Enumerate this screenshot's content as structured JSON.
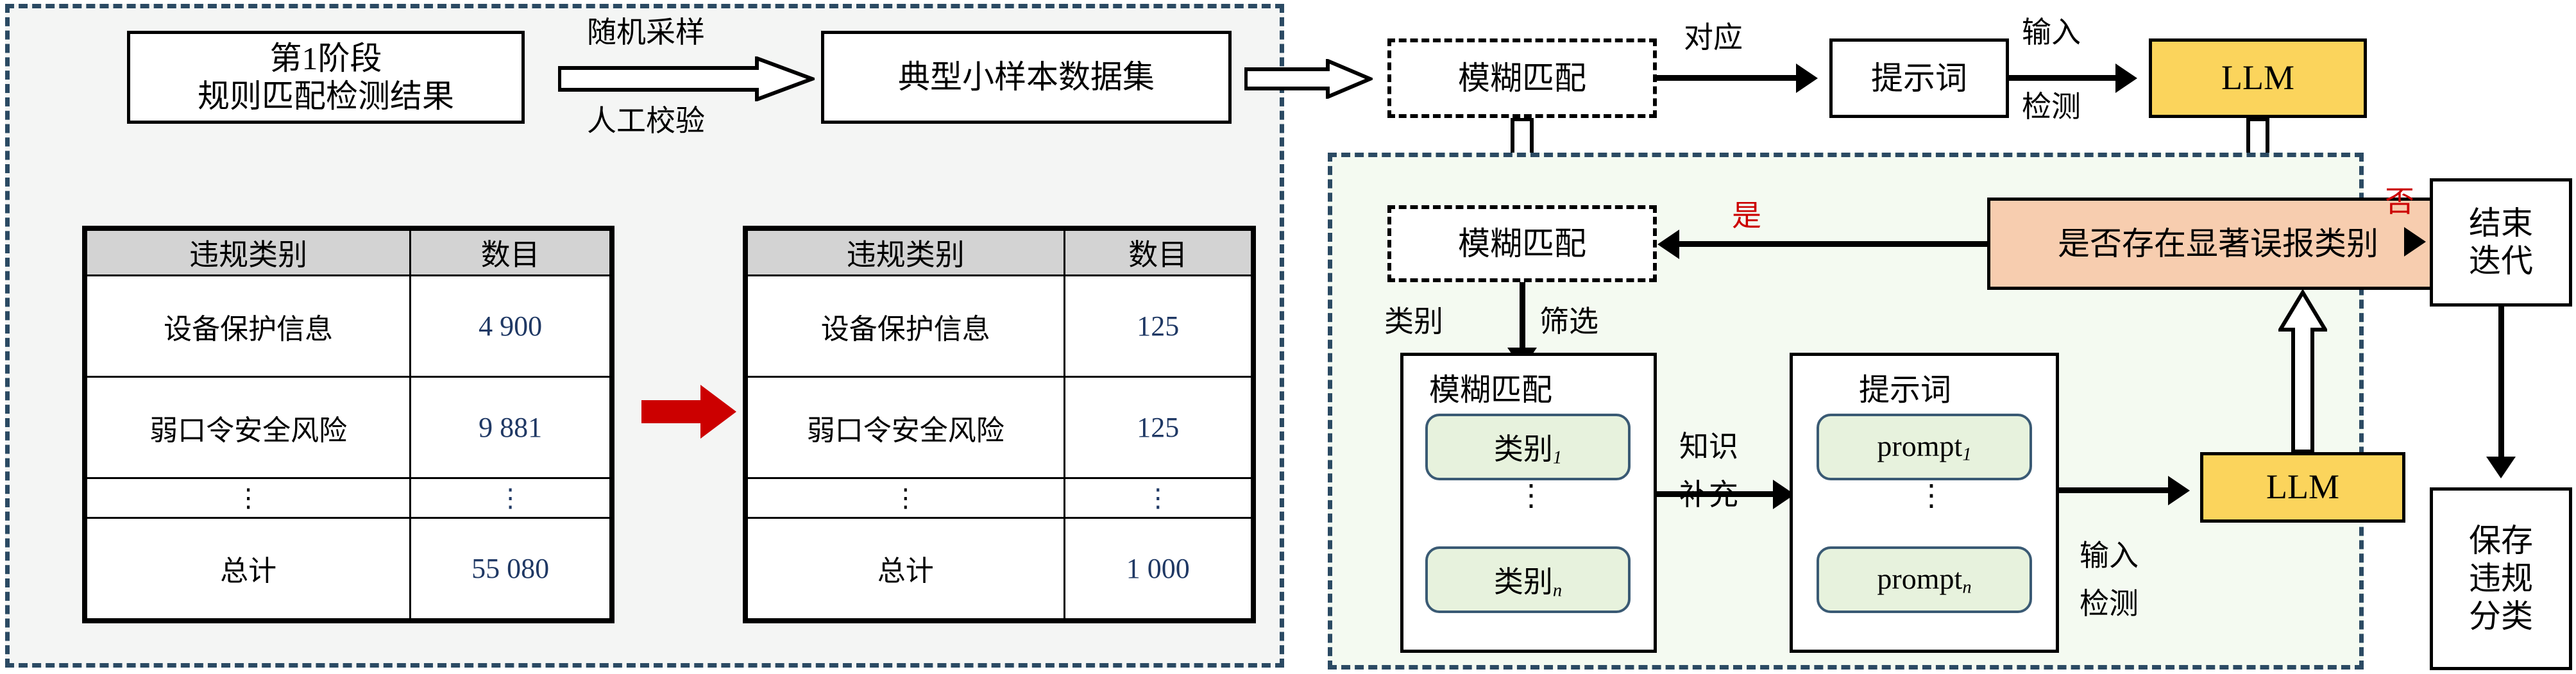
{
  "diagram": {
    "title_stage1": "第1阶段\n规则匹配检测结果",
    "left_panel": {
      "stage_box": {
        "line1": "第1阶段",
        "line2": "规则匹配检测结果"
      },
      "sample_box": {
        "label": "典型小样本数据集"
      },
      "arrow_labels": {
        "top": "随机采样",
        "bottom": "人工校验"
      },
      "table_before": {
        "headers": [
          "违规类别",
          "数目"
        ],
        "rows": [
          {
            "category": "设备保护信息",
            "count": "4 900"
          },
          {
            "category": "弱口令安全风险",
            "count": "9 881"
          },
          {
            "category": "⋮",
            "count": "⋮"
          },
          {
            "category": "总计",
            "count": "55 080"
          }
        ]
      },
      "table_after": {
        "headers": [
          "违规类别",
          "数目"
        ],
        "rows": [
          {
            "category": "设备保护信息",
            "count": "125"
          },
          {
            "category": "弱口令安全风险",
            "count": "125"
          },
          {
            "category": "⋮",
            "count": "⋮"
          },
          {
            "category": "总计",
            "count": "1 000"
          }
        ]
      }
    },
    "top_flow": {
      "fuzzy_match": "模糊匹配",
      "correspond_label": "对应",
      "prompt_box": "提示词",
      "input_label": "输入",
      "detect_label": "检测",
      "llm": "LLM"
    },
    "right_panel": {
      "fuzzy_match_2": "模糊匹配",
      "yes_label": "是",
      "no_label": "否",
      "decision": "是否存在显著误报类别",
      "end_iteration": {
        "line1": "结束",
        "line2": "迭代"
      },
      "save_result": {
        "line1": "保存",
        "line2": "违规",
        "line3": "分类"
      },
      "category_label": "类别",
      "filter_label": "筛选",
      "category_group": {
        "title": "模糊匹配",
        "items": [
          "类别",
          "类别"
        ],
        "subs": [
          "1",
          "n"
        ],
        "dots": "⋮"
      },
      "knowledge_label": {
        "line1": "知识",
        "line2": "补充"
      },
      "prompt_group": {
        "title": "提示词",
        "items": [
          "prompt",
          "prompt"
        ],
        "subs": [
          "1",
          "n"
        ],
        "dots": "⋮"
      },
      "llm_2": "LLM",
      "input_label_2": "输入",
      "detect_label_2": "检测"
    },
    "colors": {
      "panel_border": "#2b4a63",
      "llm_fill": "#fbd45c",
      "decision_fill": "#f7cdaf",
      "pill_fill": "#e7f2dd",
      "pill_border": "#3a5a74",
      "number_color": "#1f3864",
      "red_label": "#cc0000",
      "header_fill": "#d3d3d3",
      "red_arrow": "#cc0000"
    }
  }
}
